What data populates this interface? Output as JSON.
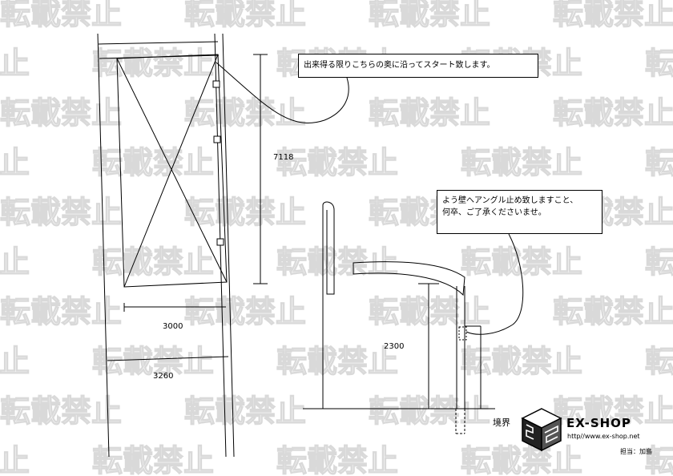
{
  "watermark": {
    "text": "転載禁止",
    "color": "#d9d9d9"
  },
  "plan_view": {
    "dimension_height": "7118",
    "dimension_width_inner": "3000",
    "dimension_width_outer": "3260"
  },
  "elevation_view": {
    "dimension_height": "2300",
    "boundary_label": "境界"
  },
  "callouts": {
    "start_note": "出来得る限りこちらの奥に沿ってスタート致します。",
    "wall_note_line1": "よう壁へアングル止め致しますこと、",
    "wall_note_line2": "何卒、ご了承くださいませ。"
  },
  "branding": {
    "logo_text": "EX-SHOP",
    "url": "http//www.ex-shop.net",
    "staff": "担当：加島"
  },
  "icons": {
    "logo": "cube-logo-icon"
  }
}
